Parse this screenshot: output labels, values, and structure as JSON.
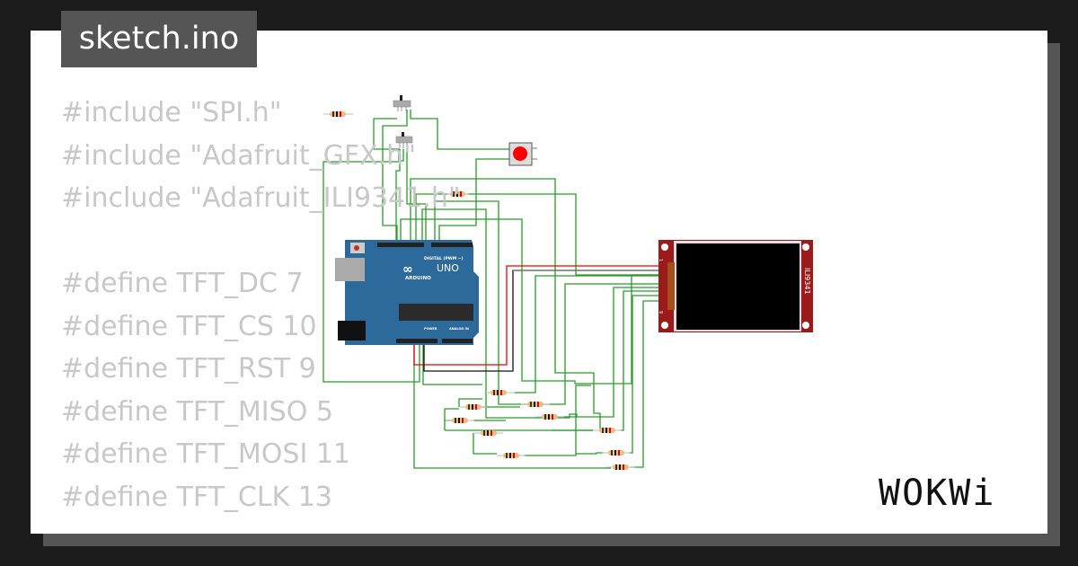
{
  "title": "sketch.ino",
  "code_lines": [
    "#include \"SPI.h\"",
    "#include \"Adafruit_GFX.h\"",
    "#include \"Adafruit_ILI9341.h\"",
    "",
    "#define TFT_DC 7",
    "#define TFT_CS 10",
    "#define TFT_RST 9",
    "#define TFT_MISO 5",
    "#define TFT_MOSI 11",
    "#define TFT_CLK 13"
  ],
  "diagram": {
    "arduino": {
      "model": "UNO",
      "brand": "ARDUINO",
      "digital_label": "DIGITAL (PWM ~)",
      "power_label": "POWER",
      "analog_label": "ANALOG IN",
      "color": "#2b6a9a"
    },
    "display": {
      "label": "ILI9341",
      "pin_first": "1",
      "pin_last": "9",
      "color": "#9b1a1a"
    },
    "button_color": "#ff0000",
    "wire_color": "#1a8a1a"
  },
  "logo": "WOKWi"
}
